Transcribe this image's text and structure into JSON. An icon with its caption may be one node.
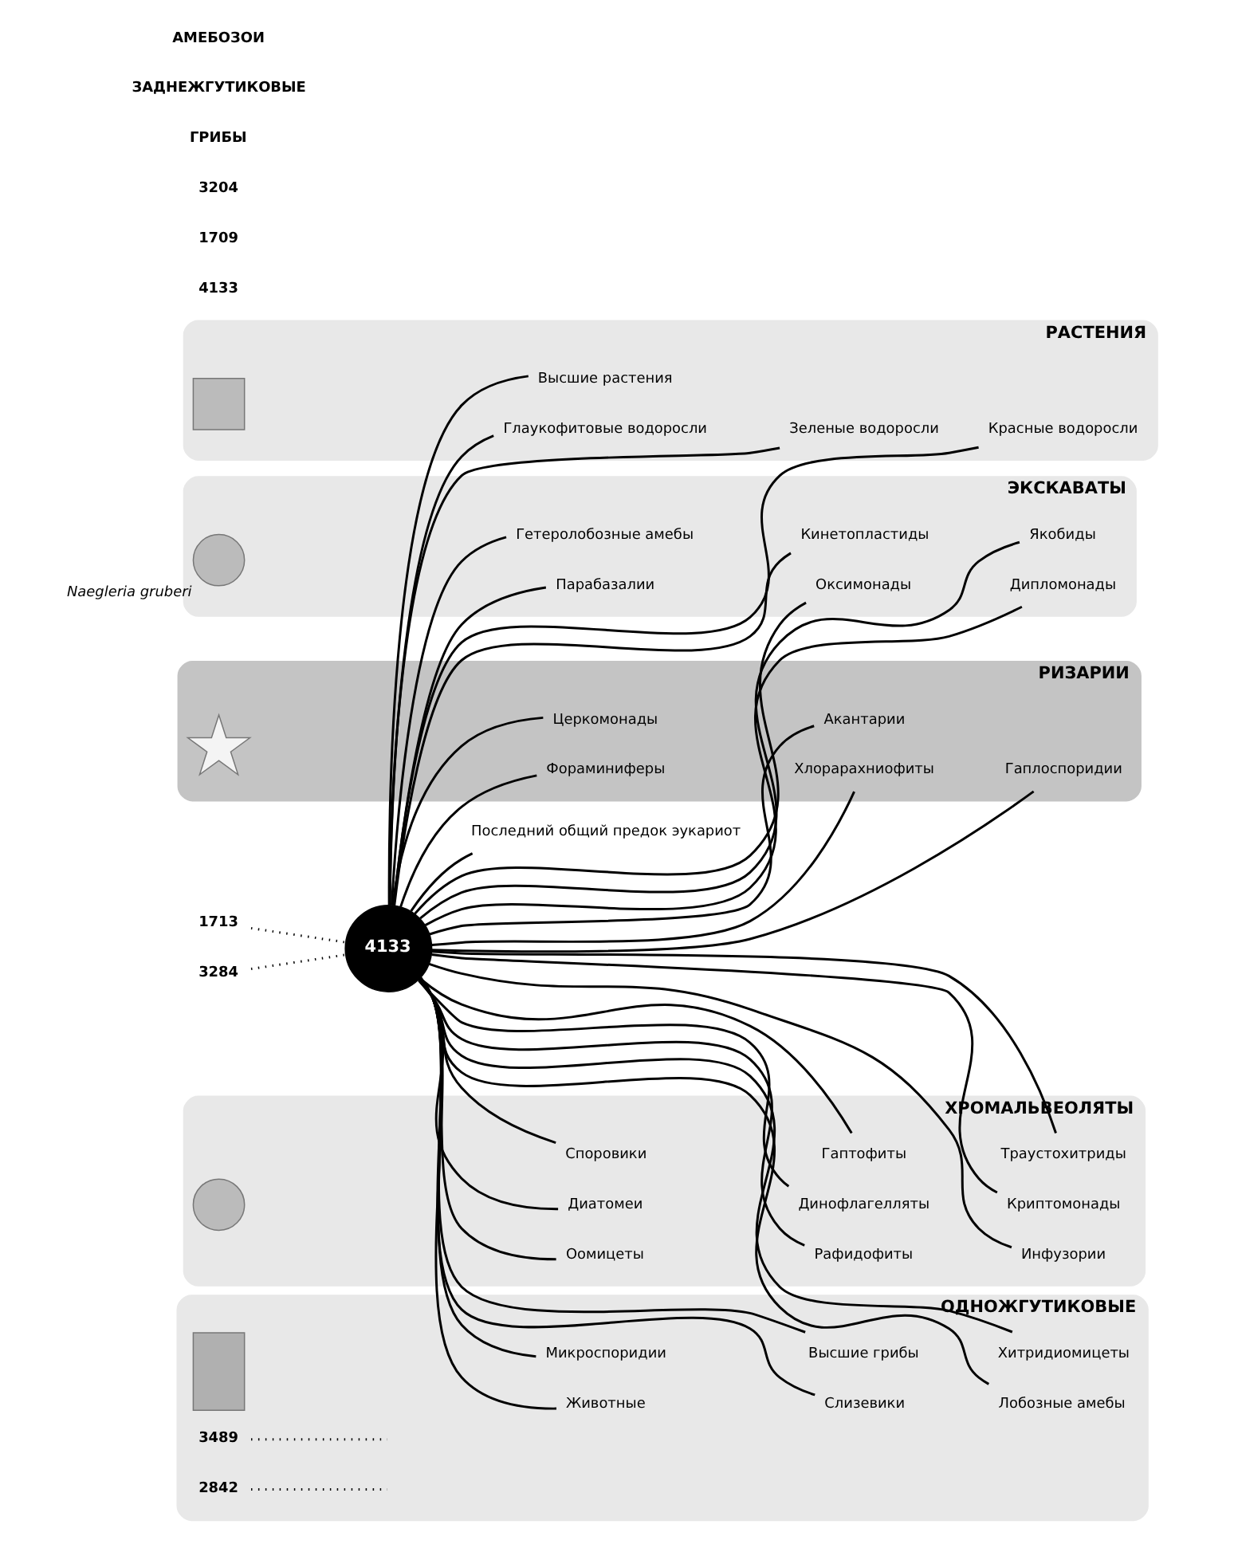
{
  "diagram": {
    "nodes": [
      {
        "text": [
          "РАСТЕНИЯ"
        ]
      },
      {
        "text": [
          "Высшие растения"
        ],
        "in": 0
      },
      {
        "text": [
          "Зеленые водоросли"
        ],
        "in": 0
      },
      {
        "text": [
          "Красные водоросли"
        ],
        "in": 0
      },
      {
        "text": [
          "Глаукофитовые водоросли"
        ],
        "in": 0
      },
      {
        "text": [],
        "shape": "box",
        "in": 0
      },
      {
        "text": [
          "ЭКСКАВАТЫ"
        ]
      },
      {
        "text": [
          "Гетеролобозные амебы"
        ],
        "in": 6
      },
      {
        "text": [
          "Кинетопластиды"
        ],
        "in": 6
      },
      {
        "text": [
          "Якобиды"
        ],
        "in": 6
      },
      {
        "text": [
          "Парабазалии"
        ],
        "in": 6
      },
      {
        "text": [
          "Оксимонады"
        ],
        "in": 6
      },
      {
        "text": [
          "Дипломонады"
        ],
        "in": 6
      },
      {
        "text": [],
        "shape": "circle",
        "beside": [
          "Naegleria gruberi"
        ],
        "in": 6
      },
      {
        "text": [
          "Последний общий предок эукариот"
        ]
      },
      {
        "text": [
          "РИЗАРИИ"
        ]
      },
      {
        "text": [
          "Церкомонады"
        ],
        "in": 15
      },
      {
        "text": [
          "Хлорарахниофиты"
        ],
        "in": 15
      },
      {
        "text": [
          "Гаплоспоридии"
        ],
        "in": 15
      },
      {
        "text": [
          "Фораминиферы"
        ],
        "in": 15
      },
      {
        "text": [
          "Акантарии"
        ],
        "in": 15
      },
      {
        "text": [],
        "shape": "star",
        "in": 15
      },
      {
        "text": [
          "ХРОМАЛЬВЕОЛЯТЫ"
        ]
      },
      {
        "text": [
          "Споровики"
        ],
        "in": 22
      },
      {
        "text": [
          "Динофлагелляты"
        ],
        "in": 22
      },
      {
        "text": [
          "Инфузории"
        ],
        "in": 22
      },
      {
        "text": [
          "Диатомеи"
        ],
        "in": 22
      },
      {
        "text": [
          "Рафидофиты"
        ],
        "in": 22
      },
      {
        "text": [
          "Траустохитриды"
        ],
        "in": 22
      },
      {
        "text": [
          "Оомицеты"
        ],
        "in": 22
      },
      {
        "text": [
          "Гаптофиты"
        ],
        "in": 22
      },
      {
        "text": [
          "Криптомонады"
        ],
        "in": 22
      },
      {
        "text": [],
        "shape": "circle",
        "in": 22
      },
      {
        "text": [
          "ОДНОЖГУТИКОВЫЕ"
        ]
      },
      {
        "text": [
          "Микроспоридии"
        ],
        "in": 33
      },
      {
        "text": [
          "Высшие грибы"
        ],
        "in": 33
      },
      {
        "text": [
          "Хитридиомицеты"
        ],
        "in": 33
      },
      {
        "text": [
          "Животные"
        ],
        "in": 33
      },
      {
        "text": [
          "Слизевики"
        ],
        "in": 33
      },
      {
        "text": [
          "Лобозные амебы"
        ],
        "in": 33
      },
      {
        "text": [],
        "shape": "person",
        "in": 33
      },
      {
        "text": [
          "4133"
        ]
      },
      {
        "text": [
          "3284"
        ]
      },
      {
        "text": [
          "1713"
        ]
      },
      {
        "text": [
          "3489"
        ],
        "in": 33
      },
      {
        "text": [
          "2842"
        ],
        "in": 33
      }
    ],
    "edges": [
      {
        "from": 41,
        "to": 1,
        "arrow": "none"
      },
      {
        "from": 41,
        "to": 2,
        "arrow": "none"
      },
      {
        "from": 41,
        "to": 3,
        "arrow": "none"
      },
      {
        "from": 41,
        "to": 4,
        "arrow": "none"
      },
      {
        "from": 41,
        "to": 7,
        "arrow": "none"
      },
      {
        "from": 41,
        "to": 8,
        "arrow": "none"
      },
      {
        "from": 41,
        "to": 9,
        "arrow": "none"
      },
      {
        "from": 41,
        "to": 10,
        "arrow": "none"
      },
      {
        "from": 41,
        "to": 11,
        "arrow": "none"
      },
      {
        "from": 41,
        "to": 12,
        "arrow": "none"
      },
      {
        "from": 41,
        "to": 14,
        "arrow": "none"
      },
      {
        "from": 41,
        "to": 16,
        "arrow": "none"
      },
      {
        "from": 41,
        "to": 17,
        "arrow": "none"
      },
      {
        "from": 41,
        "to": 18,
        "arrow": "none"
      },
      {
        "from": 41,
        "to": 19,
        "arrow": "none"
      },
      {
        "from": 41,
        "to": 20,
        "arrow": "none"
      },
      {
        "from": 41,
        "to": 23,
        "arrow": "none"
      },
      {
        "from": 41,
        "to": 24,
        "arrow": "none"
      },
      {
        "from": 41,
        "to": 25,
        "arrow": "none"
      },
      {
        "from": 41,
        "to": 26,
        "arrow": "none"
      },
      {
        "from": 41,
        "to": 27,
        "arrow": "none"
      },
      {
        "from": 41,
        "to": 28,
        "arrow": "none"
      },
      {
        "from": 41,
        "to": 29,
        "arrow": "none"
      },
      {
        "from": 41,
        "to": 30,
        "arrow": "none"
      },
      {
        "from": 41,
        "to": 31,
        "arrow": "none"
      },
      {
        "from": 41,
        "to": 34,
        "arrow": "none"
      },
      {
        "from": 41,
        "to": 35,
        "arrow": "none"
      },
      {
        "from": 41,
        "to": 36,
        "arrow": "none"
      },
      {
        "from": 41,
        "to": 37,
        "arrow": "none"
      },
      {
        "from": 41,
        "to": 38,
        "arrow": "none"
      },
      {
        "from": 41,
        "to": 39,
        "arrow": "none"
      },
      {
        "from": 42,
        "to": 41,
        "arrow": "none",
        "style": "dashed"
      },
      {
        "from": 43,
        "to": 41,
        "arrow": "none",
        "style": "dashed"
      },
      {
        "from": 44,
        "to": null,
        "arrow": "none",
        "style": "dashed"
      },
      {
        "from": 45,
        "to": null,
        "arrow": "none",
        "style": "dashed"
      }
    ],
    "labels": [
      "4133",
      "1709",
      "3204",
      "ГРИБЫ",
      "ЗАДНЕЖГУТИКОВЫЕ",
      "АМЕБОЗОИ"
    ]
  }
}
